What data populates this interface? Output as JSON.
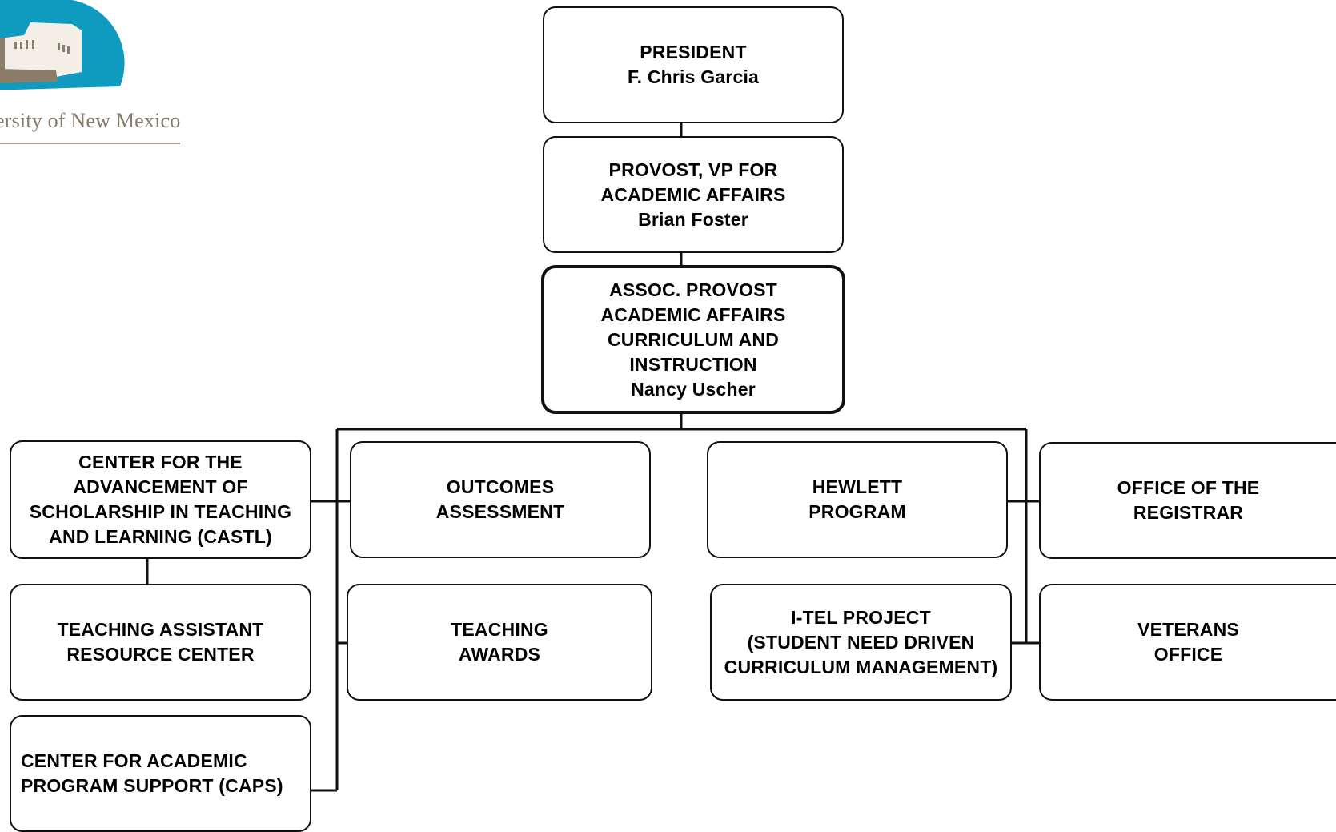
{
  "logo": {
    "text": "ersity of New Mexico",
    "colors": {
      "disc": "#0f9bbf",
      "building": "#f3eee6",
      "shadow": "#8c7d6b",
      "text": "#8a7b6a"
    }
  },
  "org": {
    "president": {
      "lines": [
        "PRESIDENT",
        "F. Chris Garcia"
      ]
    },
    "provost": {
      "lines": [
        "PROVOST, VP FOR",
        "ACADEMIC AFFAIRS",
        "Brian Foster"
      ]
    },
    "assoc_provost": {
      "lines": [
        "ASSOC. PROVOST",
        "ACADEMIC AFFAIRS",
        "CURRICULUM AND",
        "INSTRUCTION",
        "Nancy Uscher"
      ]
    },
    "castl": {
      "lines": [
        "CENTER FOR THE",
        "ADVANCEMENT OF",
        "SCHOLARSHIP IN TEACHING",
        "AND LEARNING (CASTL)"
      ]
    },
    "tarc": {
      "lines": [
        "TEACHING ASSISTANT",
        "RESOURCE CENTER"
      ]
    },
    "caps": {
      "lines": [
        "CENTER FOR ACADEMIC",
        "PROGRAM SUPPORT (CAPS)"
      ]
    },
    "outcomes": {
      "lines": [
        "OUTCOMES",
        "ASSESSMENT"
      ]
    },
    "awards": {
      "lines": [
        "TEACHING",
        "AWARDS"
      ]
    },
    "hewlett": {
      "lines": [
        "HEWLETT",
        "PROGRAM"
      ]
    },
    "itel": {
      "lines": [
        "I-TEL PROJECT",
        "(STUDENT NEED DRIVEN",
        "CURRICULUM MANAGEMENT)"
      ]
    },
    "registrar": {
      "lines": [
        "OFFICE OF THE",
        "REGISTRAR"
      ]
    },
    "veterans": {
      "lines": [
        "VETERANS",
        "OFFICE"
      ]
    }
  },
  "colors": {
    "stroke": "#111111",
    "box_fill": "#ffffff"
  }
}
